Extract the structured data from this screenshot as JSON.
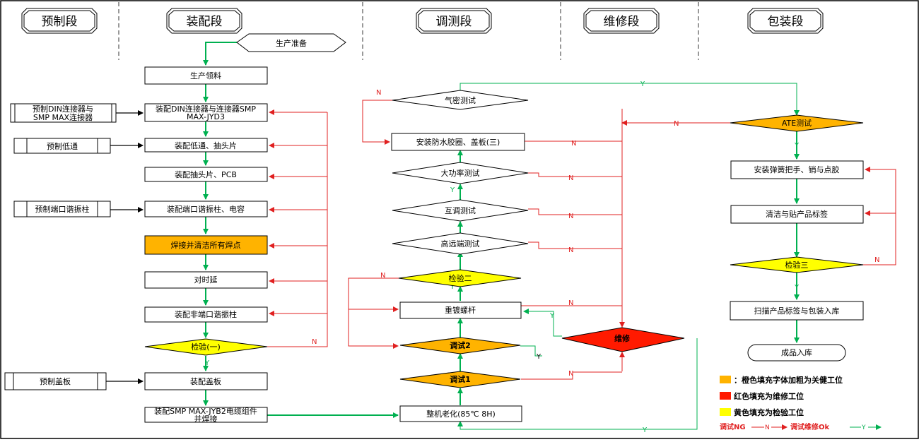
{
  "sections": {
    "prefab": "预制段",
    "assembly": "装配段",
    "test": "调测段",
    "repair": "维修段",
    "pack": "包装段"
  },
  "nodes": {
    "start": "生产准备",
    "material": "生产领料",
    "pre_din_1": "预制DIN连接器与",
    "pre_din_2": "SMP MAX连接器",
    "pre_lowpass": "预制低通",
    "pre_port": "预制端口谐振柱",
    "pre_cover": "预制盖板",
    "asm_din_1": "装配DIN连接器与连接器SMP",
    "asm_din_2": "MAX-JYD3",
    "asm_lowpass": "装配低通、抽头片",
    "asm_pcb": "装配抽头片、PCB",
    "asm_port": "装配端口谐振柱、电容",
    "weld": "焊接并清洁所有焊点",
    "timing": "对时延",
    "asm_nonport": "装配非端口谐振柱",
    "inspect1": "检验(一)",
    "asm_cover": "装配盖板",
    "asm_cable_1": "装配SMP MAX-JYB2电缆组件",
    "asm_cable_2": "并焊接",
    "airtight": "气密测试",
    "waterproof": "安装防水胶圈、盖板(三)",
    "highpower": "大功率测试",
    "intermod": "互调测试",
    "farend": "高远端测试",
    "inspect2": "检验二",
    "screws": "重镀螺杆",
    "debug2": "调试2",
    "debug1": "调试1",
    "aging": "整机老化(85℃ 8H)",
    "repair_node": "维修",
    "ate": "ATE测试",
    "spring": "安装弹簧把手、销与点胶",
    "label": "清洁与贴产品标签",
    "inspect3": "检验三",
    "scan": "扫描产品标签与包装入库",
    "finished": "成品入库"
  },
  "flow_labels": {
    "yes": "Y",
    "no": "N"
  },
  "legend": {
    "orange": "橙色填充字体加粗为关健工位",
    "red": "红色填充为维修工位",
    "yellow": "黄色填充为检验工位",
    "line_ng": "调试NG",
    "line_n": "N",
    "line_ok": "调试维修Ok",
    "line_y": "Y"
  },
  "colors": {
    "key_station": "#FFB300",
    "repair_station": "#FF1A00",
    "inspect_station": "#FFFF00",
    "flow_ok": "#00B050",
    "flow_ng": "#E02020"
  }
}
